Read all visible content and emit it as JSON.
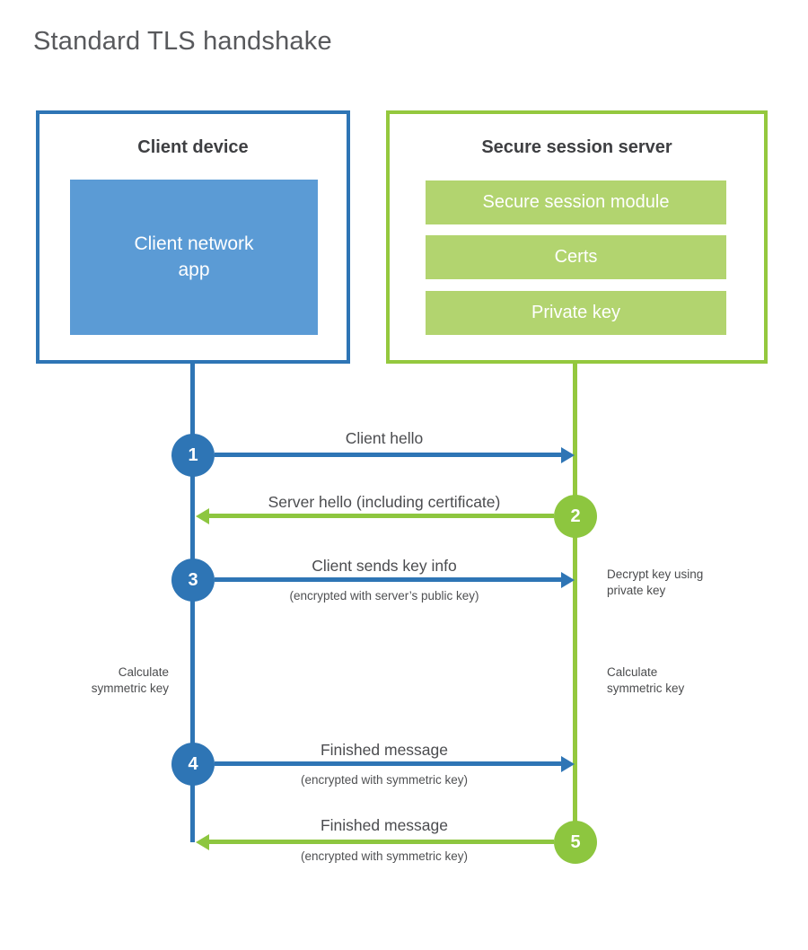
{
  "title": "Standard TLS handshake",
  "colors": {
    "blue_accent": "#2e75b5",
    "blue_fill": "#5b9bd5",
    "green_accent": "#8dc63f",
    "green_border": "#94c83e",
    "green_fill": "#b2d46f",
    "heading_text": "#3e3f42",
    "label_text": "#4b4c4f"
  },
  "client": {
    "header": "Client device",
    "app_label": "Client network\napp"
  },
  "server": {
    "header": "Secure session server",
    "modules": [
      "Secure session module",
      "Certs",
      "Private key"
    ]
  },
  "steps": [
    {
      "num": "1",
      "label": "Client hello",
      "direction": "client-to-server"
    },
    {
      "num": "2",
      "label": "Server hello (including certificate)",
      "direction": "server-to-client"
    },
    {
      "num": "3",
      "label": "Client sends key info",
      "sublabel": "(encrypted with server’s public key)",
      "direction": "client-to-server"
    },
    {
      "num": "4",
      "label": "Finished message",
      "sublabel": "(encrypted with symmetric key)",
      "direction": "client-to-server"
    },
    {
      "num": "5",
      "label": "Finished message",
      "sublabel": "(encrypted with symmetric key)",
      "direction": "server-to-client"
    }
  ],
  "notes": {
    "decrypt": "Decrypt key using\nprivate key",
    "calc_left": "Calculate\nsymmetric key",
    "calc_right": "Calculate\nsymmetric key"
  }
}
